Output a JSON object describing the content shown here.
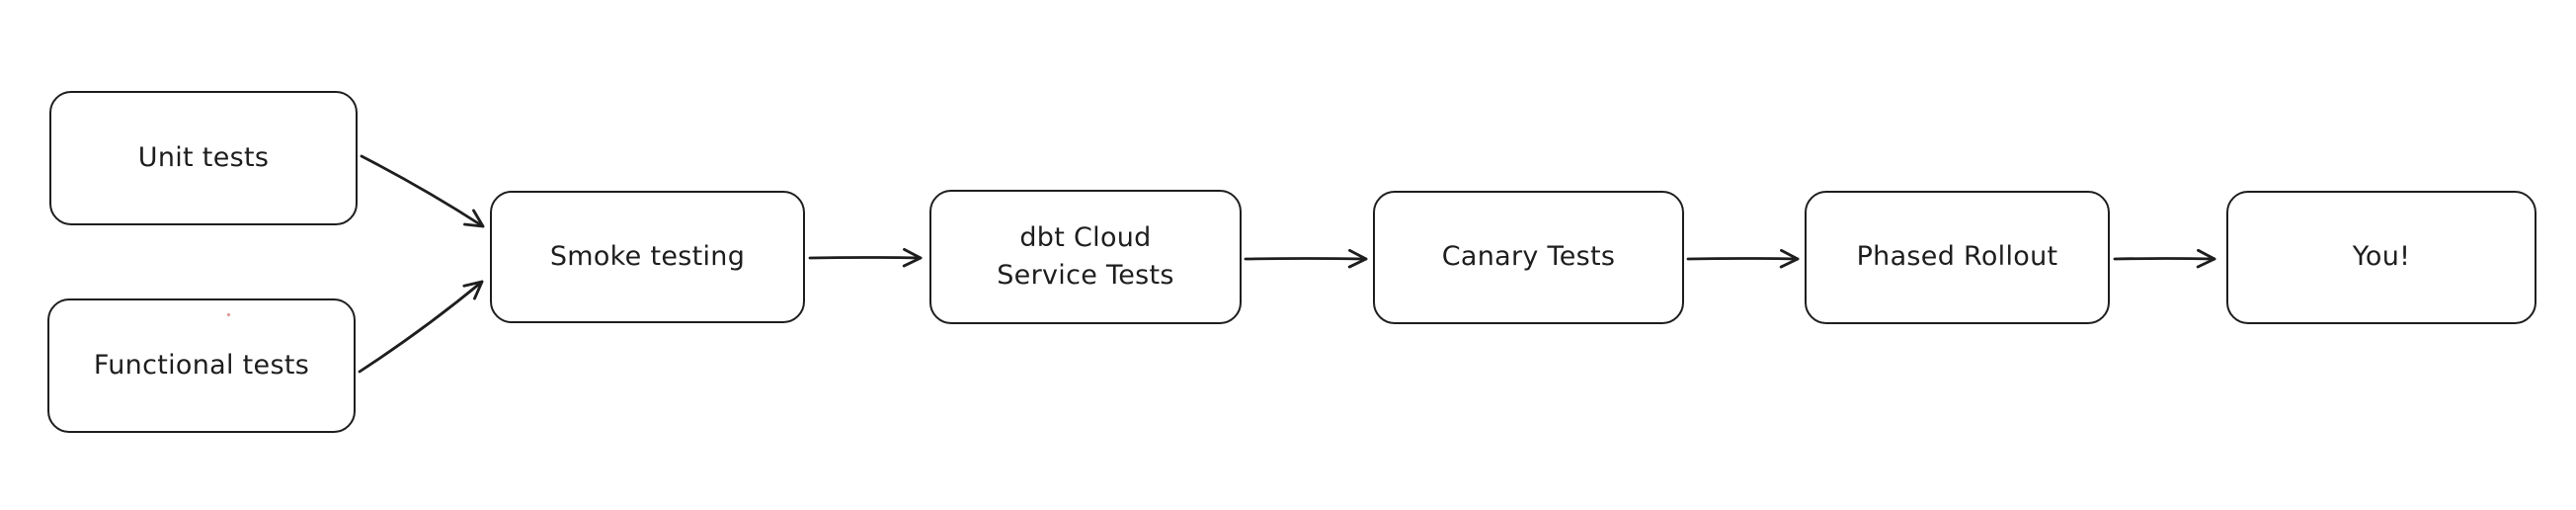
{
  "diagram": {
    "background_color": "#ffffff",
    "stroke_color": "#1e1e1e",
    "style": "hand-drawn flowchart",
    "nodes": [
      {
        "id": "unit-tests",
        "label": "Unit tests"
      },
      {
        "id": "functional-tests",
        "label": "Functional tests"
      },
      {
        "id": "smoke-testing",
        "label": "Smoke testing"
      },
      {
        "id": "dbt-cloud-service-tests",
        "label": "dbt Cloud\nService Tests"
      },
      {
        "id": "canary-tests",
        "label": "Canary Tests"
      },
      {
        "id": "phased-rollout",
        "label": "Phased Rollout"
      },
      {
        "id": "you",
        "label": "You!"
      }
    ],
    "edges": [
      {
        "from": "unit-tests",
        "to": "smoke-testing"
      },
      {
        "from": "functional-tests",
        "to": "smoke-testing"
      },
      {
        "from": "smoke-testing",
        "to": "dbt-cloud-service-tests"
      },
      {
        "from": "dbt-cloud-service-tests",
        "to": "canary-tests"
      },
      {
        "from": "canary-tests",
        "to": "phased-rollout"
      },
      {
        "from": "phased-rollout",
        "to": "you"
      }
    ]
  }
}
